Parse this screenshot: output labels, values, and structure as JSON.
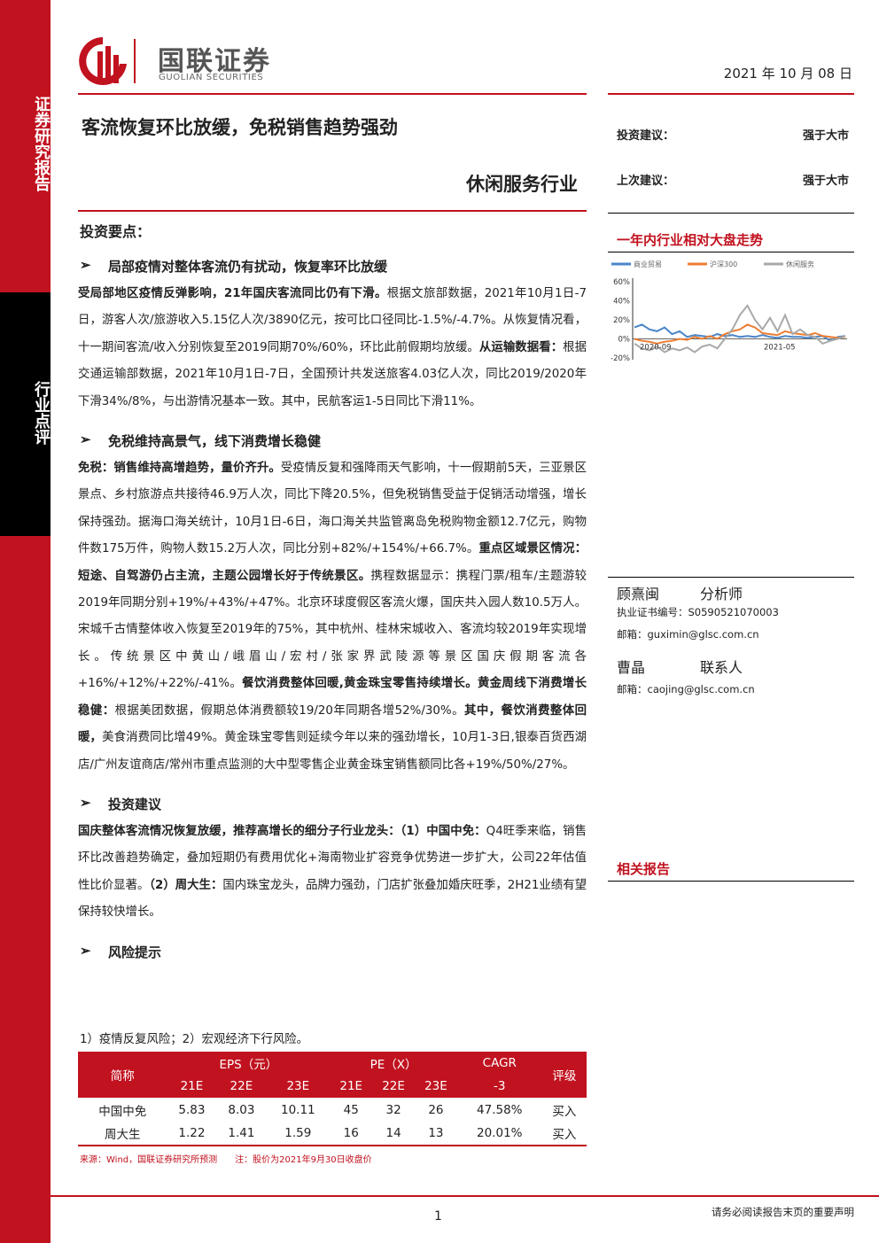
{
  "brand": {
    "name_cn": "国联证券",
    "name_en": "GUOLIAN SECURITIES"
  },
  "sidebar": {
    "top_label": "证券研究报告",
    "middle_label": "行业点评"
  },
  "header": {
    "date": "2021 年 10 月 08 日",
    "title": "客流恢复环比放缓，免税销售趋势强劲",
    "industry": "休闲服务行业"
  },
  "ratings": [
    {
      "label": "投资建议：",
      "value": "强于大市"
    },
    {
      "label": "上次建议：",
      "value": "强于大市"
    }
  ],
  "chart_section_title": "一年内行业相对大盘走势",
  "chart_data": {
    "type": "line",
    "legend": [
      "商业贸易",
      "沪深300",
      "休闲服务"
    ],
    "colors": [
      "#4a86c8",
      "#ed7d31",
      "#a9a9a9"
    ],
    "y_ticks": [
      "60%",
      "40%",
      "20%",
      "0%",
      "-20%"
    ],
    "ylim": [
      -20,
      60
    ],
    "x_ticks": [
      "2020-09",
      "2021-05"
    ],
    "series": [
      {
        "name": "商业贸易",
        "values": [
          12,
          15,
          10,
          8,
          12,
          5,
          8,
          2,
          4,
          3,
          2,
          5,
          3,
          4,
          2,
          3,
          2,
          4,
          2,
          1,
          3,
          2,
          2,
          1,
          2,
          3,
          -2,
          2,
          3
        ]
      },
      {
        "name": "沪深300",
        "values": [
          0,
          -2,
          -3,
          -5,
          -3,
          -2,
          0,
          -1,
          2,
          0,
          3,
          0,
          5,
          8,
          10,
          15,
          12,
          6,
          5,
          4,
          8,
          6,
          5,
          4,
          6,
          3,
          2,
          1,
          2
        ]
      },
      {
        "name": "休闲服务",
        "values": [
          -5,
          -10,
          -12,
          -8,
          -14,
          -10,
          -12,
          -9,
          -14,
          -8,
          -6,
          -10,
          0,
          10,
          25,
          35,
          20,
          10,
          22,
          8,
          25,
          5,
          10,
          4,
          2,
          -5,
          -2,
          0,
          3
        ]
      }
    ]
  },
  "analysts": [
    {
      "name": "顾熹闽",
      "role": "分析师",
      "license": "执业证书编号：S0590521070003",
      "email": "邮箱：guximin@glsc.com.cn"
    },
    {
      "name": "曹晶",
      "role": "联系人",
      "email": "邮箱：caojing@glsc.com.cn"
    }
  ],
  "related_reports_title": "相关报告",
  "body": {
    "points_title": "投资要点：",
    "arrow": "➢",
    "sections": [
      {
        "heading": "局部疫情对整体客流仍有扰动，恢复率环比放缓",
        "paragraphs": [
          [
            {
              "b": true,
              "t": "受局部地区疫情反弹影响，21年国庆客流同比仍有下滑。"
            },
            {
              "b": false,
              "t": "根据文旅部数据，2021年10月1日-7日，游客人次/旅游收入5.15亿人次/3890亿元，按可比口径同比-1.5%/-4.7%。从恢复情况看，十一期间客流/收入分别恢复至2019同期70%/60%，环比此前假期均放缓。"
            },
            {
              "b": true,
              "t": "从运输数据看："
            },
            {
              "b": false,
              "t": "根据交通运输部数据，2021年10月1日-7日，全国预计共发送旅客4.03亿人次，同比2019/2020年下滑34%/8%，与出游情况基本一致。其中，民航客运1-5日同比下滑11%。"
            }
          ]
        ]
      },
      {
        "heading": "免税维持高景气，线下消费增长稳健",
        "paragraphs": [
          [
            {
              "b": true,
              "t": "免税：销售维持高增趋势，量价齐升。"
            },
            {
              "b": false,
              "t": "受疫情反复和强降雨天气影响，十一假期前5天，三亚景区景点、乡村旅游点共接待46.9万人次，同比下降20.5%，但免税销售受益于促销活动增强，增长保持强劲。据海口海关统计，10月1日-6日，海口海关共监管离岛免税购物金额12.7亿元，购物件数175万件，购物人数15.2万人次，同比分别+82%/+154%/+66.7%。"
            },
            {
              "b": true,
              "t": "重点区域景区情况：短途、自驾游仍占主流，主题公园增长好于传统景区。"
            },
            {
              "b": false,
              "t": "携程数据显示：携程门票/租车/主题游较2019年同期分别+19%/+43%/+47%。北京环球度假区客流火爆，国庆共入园人数10.5万人。宋城千古情整体收入恢复至2019年的75%，其中杭州、桂林宋城收入、客流均较2019年实现增长。传统景区中黄山/峨眉山/宏村/张家界武陵源等景区国庆假期客流各+16%/+12%/+22%/-41%。"
            },
            {
              "b": true,
              "t": "餐饮消费整体回暖,黄金珠宝零售持续增长。黄金周线下消费增长稳健："
            },
            {
              "b": false,
              "t": "根据美团数据，假期总体消费额较19/20年同期各增52%/30%。"
            },
            {
              "b": true,
              "t": "其中，餐饮消费整体回暖，"
            },
            {
              "b": false,
              "t": "美食消费同比增49%。黄金珠宝零售则延续今年以来的强劲增长，10月1-3日,银泰百货西湖店/广州友谊商店/常州市重点监测的大中型零售企业黄金珠宝销售额同比各+19%/50%/27%。"
            }
          ]
        ]
      },
      {
        "heading": "投资建议",
        "paragraphs": [
          [
            {
              "b": true,
              "t": "国庆整体客流情况恢复放缓，推荐高增长的细分子行业龙头：（1）中国中免："
            },
            {
              "b": false,
              "t": "Q4旺季来临，销售环比改善趋势确定，叠加短期仍有费用优化+海南物业扩容竞争优势进一步扩大，公司22年估值性比价显著。"
            },
            {
              "b": true,
              "t": "（2）周大生："
            },
            {
              "b": false,
              "t": "国内珠宝龙头，品牌力强劲，门店扩张叠加婚庆旺季，2H21业绩有望保持较快增长。"
            }
          ]
        ]
      },
      {
        "heading": "风险提示",
        "paragraphs": []
      }
    ],
    "risk_text": "1）疫情反复风险；2）宏观经济下行风险。"
  },
  "table": {
    "col_name": "简称",
    "eps_header": "EPS（元）",
    "pe_header": "PE（X）",
    "cagr_header": "CAGR",
    "cagr_sub": "-3",
    "rating_header": "评级",
    "years": [
      "21E",
      "22E",
      "23E"
    ],
    "rows": [
      {
        "name": "中国中免",
        "eps": [
          "5.83",
          "8.03",
          "10.11"
        ],
        "pe": [
          "45",
          "32",
          "26"
        ],
        "cagr": "47.58%",
        "rating": "买入"
      },
      {
        "name": "周大生",
        "eps": [
          "1.22",
          "1.41",
          "1.59"
        ],
        "pe": [
          "16",
          "14",
          "13"
        ],
        "cagr": "20.01%",
        "rating": "买入"
      }
    ],
    "source": "来源：Wind，国联证券研究所预测　　注：股价为2021年9月30日收盘价"
  },
  "footer": {
    "page": "1",
    "note": "请务必阅读报告末页的重要声明"
  }
}
